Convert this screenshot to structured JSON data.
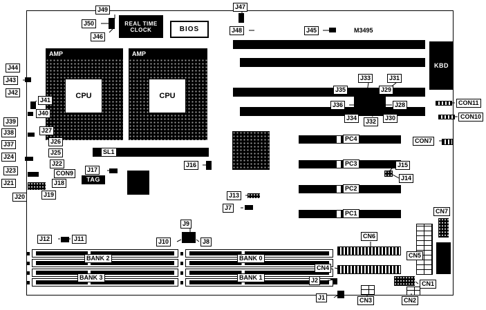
{
  "labels": {
    "j1": "J1",
    "j2": "J2",
    "j7": "J7",
    "j8": "J8",
    "j9": "J9",
    "j10": "J10",
    "j11": "J11",
    "j12": "J12",
    "j13": "J13",
    "j14": "J14",
    "j15": "J15",
    "j16": "J16",
    "j17": "J17",
    "j18": "J18",
    "j19": "J19",
    "j20": "J20",
    "j21": "J21",
    "j22": "J22",
    "j23": "J23",
    "j24": "J24",
    "j25": "J25",
    "j26": "J26",
    "j27": "J27",
    "j28": "J28",
    "j29": "J29",
    "j30": "J30",
    "j31": "J31",
    "j32": "J32",
    "j33": "J33",
    "j34": "J34",
    "j35": "J35",
    "j36": "J36",
    "j37": "J37",
    "j38": "J38",
    "j39": "J39",
    "j40": "J40",
    "j41": "J41",
    "j42": "J42",
    "j43": "J43",
    "j44": "J44",
    "j45": "J45",
    "j46": "J46",
    "j47": "J47",
    "j48": "J48",
    "j49": "J49",
    "j50": "J50",
    "con7": "CON7",
    "con9": "CON9",
    "con10": "CON10",
    "con11": "CON11",
    "cn1": "CN1",
    "cn2": "CN2",
    "cn3": "CN3",
    "cn4": "CN4",
    "cn5": "CN5",
    "cn6": "CN6",
    "cn7": "CN7",
    "pc1": "PC1",
    "pc2": "PC2",
    "pc3": "PC3",
    "pc4": "PC4",
    "bank0": "BANK 0",
    "bank1": "BANK 1",
    "bank2": "BANK 2",
    "bank3": "BANK 3",
    "sl1": "SL1",
    "tag": "TAG",
    "bios": "BIOS",
    "kbd": "KBD",
    "amp": "AMP",
    "cpu": "CPU",
    "m3495": "M3495",
    "rtc1": "REAL TIME",
    "rtc2": "CLOCK"
  },
  "colors": {
    "ink": "#000000",
    "paper": "#ffffff"
  }
}
